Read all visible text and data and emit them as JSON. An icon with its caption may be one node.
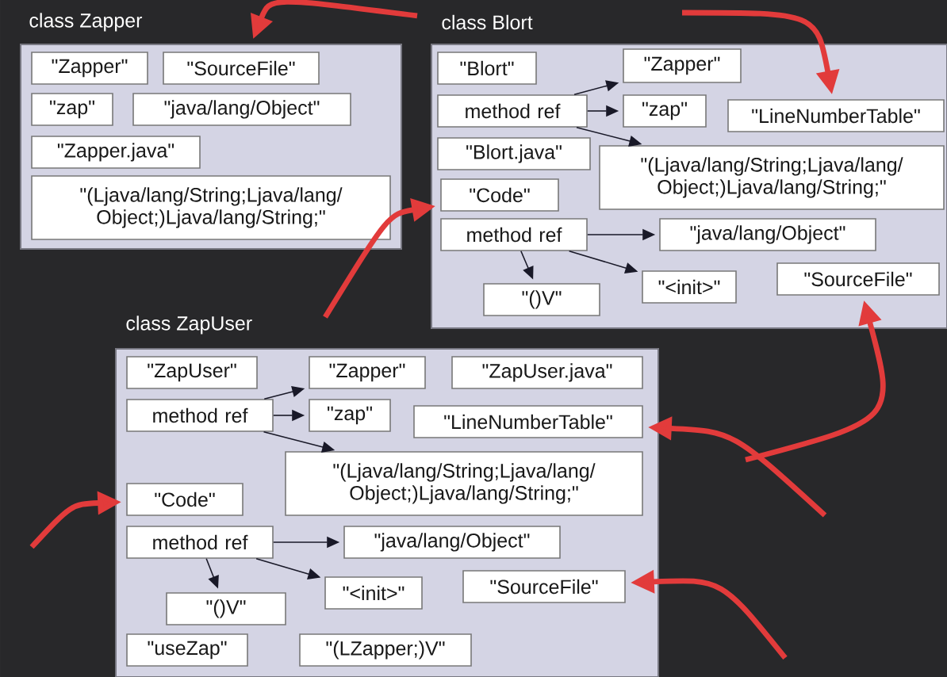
{
  "diagram": {
    "nodes": [
      {
        "text": [
          "class Zapper"
        ]
      },
      {
        "text": [
          "\"Zapper\""
        ],
        "in": 0
      },
      {
        "text": [
          "\"SourceFile\""
        ],
        "in": 0
      },
      {
        "text": [
          "\"zap\""
        ],
        "in": 0
      },
      {
        "text": [
          "\"java/lang/Object\""
        ],
        "in": 0
      },
      {
        "text": [
          "\"Zapper.java\""
        ],
        "in": 0
      },
      {
        "text": [
          "\"(Ljava/lang/String;Ljava/lang/ Object;)Ljava/lang/String;\""
        ],
        "in": 0
      },
      {
        "text": [
          "class Blort"
        ]
      },
      {
        "text": [
          "\"Blort\""
        ],
        "in": 7
      },
      {
        "text": [
          "\"Zapper\""
        ],
        "in": 7
      },
      {
        "text": [
          "method ref"
        ],
        "in": 7
      },
      {
        "text": [
          "\"zap\""
        ],
        "in": 7
      },
      {
        "text": [
          "\"LineNumberTable\""
        ],
        "in": 7
      },
      {
        "text": [
          "\"Blort.java\""
        ],
        "in": 7
      },
      {
        "text": [
          "\"(Ljava/lang/String;Ljava/lang/ Object;)Ljava/lang/String;\""
        ],
        "in": 7
      },
      {
        "text": [
          "\"Code\""
        ],
        "in": 7
      },
      {
        "text": [
          "method ref"
        ],
        "in": 7
      },
      {
        "text": [
          "\"java/lang/Object\""
        ],
        "in": 7
      },
      {
        "text": [
          "\"<init>\""
        ],
        "in": 7
      },
      {
        "text": [
          "\"SourceFile\""
        ],
        "in": 7
      },
      {
        "text": [
          "\"()V\""
        ],
        "in": 7
      },
      {
        "text": [
          "class ZapUser"
        ]
      },
      {
        "text": [
          "\"ZapUser\""
        ],
        "in": 21
      },
      {
        "text": [
          "\"Zapper\""
        ],
        "in": 21
      },
      {
        "text": [
          "\"ZapUser.java\""
        ],
        "in": 21
      },
      {
        "text": [
          "method ref"
        ],
        "in": 21
      },
      {
        "text": [
          "\"zap\""
        ],
        "in": 21
      },
      {
        "text": [
          "\"LineNumberTable\""
        ],
        "in": 21
      },
      {
        "text": [
          "\"(Ljava/lang/String;Ljava/lang/ Object;)Ljava/lang/String;\""
        ],
        "in": 21
      },
      {
        "text": [
          "\"Code\""
        ],
        "in": 21
      },
      {
        "text": [
          "method ref"
        ],
        "in": 21
      },
      {
        "text": [
          "\"java/lang/Object\""
        ],
        "in": 21
      },
      {
        "text": [
          "\"<init>\""
        ],
        "in": 21
      },
      {
        "text": [
          "\"SourceFile\""
        ],
        "in": 21
      },
      {
        "text": [
          "\"()V\""
        ],
        "in": 21
      },
      {
        "text": [
          "\"useZap\""
        ],
        "in": 21
      },
      {
        "text": [
          "\"(LZapper;)V\""
        ],
        "in": 21
      }
    ],
    "edges": [
      {
        "from": 10,
        "to": 9,
        "arrow": "to"
      },
      {
        "from": 10,
        "to": 11,
        "arrow": "to"
      },
      {
        "from": 10,
        "to": 14,
        "arrow": "to"
      },
      {
        "from": 16,
        "to": 17,
        "arrow": "to"
      },
      {
        "from": 16,
        "to": 18,
        "arrow": "to"
      },
      {
        "from": 16,
        "to": 20,
        "arrow": "to"
      },
      {
        "from": 25,
        "to": 23,
        "arrow": "to"
      },
      {
        "from": 25,
        "to": 26,
        "arrow": "to"
      },
      {
        "from": 25,
        "to": 28,
        "arrow": "to"
      },
      {
        "from": 30,
        "to": 31,
        "arrow": "to"
      },
      {
        "from": 30,
        "to": 32,
        "arrow": "to"
      },
      {
        "from": 30,
        "to": 34,
        "arrow": "to"
      },
      {
        "from": null,
        "to": 0,
        "arrow": "to",
        "style": "thick",
        "color": "#e23b3b"
      },
      {
        "from": null,
        "to": 12,
        "arrow": "to",
        "style": "thick",
        "color": "#e23b3b"
      },
      {
        "from": null,
        "to": 15,
        "arrow": "to",
        "style": "thick",
        "color": "#e23b3b"
      },
      {
        "from": null,
        "to": 19,
        "arrow": "to",
        "style": "thick",
        "color": "#e23b3b"
      },
      {
        "from": null,
        "to": 27,
        "arrow": "to",
        "style": "thick",
        "color": "#e23b3b"
      },
      {
        "from": null,
        "to": 29,
        "arrow": "to",
        "style": "thick",
        "color": "#e23b3b"
      },
      {
        "from": null,
        "to": 33,
        "arrow": "to",
        "style": "thick",
        "color": "#e23b3b"
      }
    ]
  }
}
